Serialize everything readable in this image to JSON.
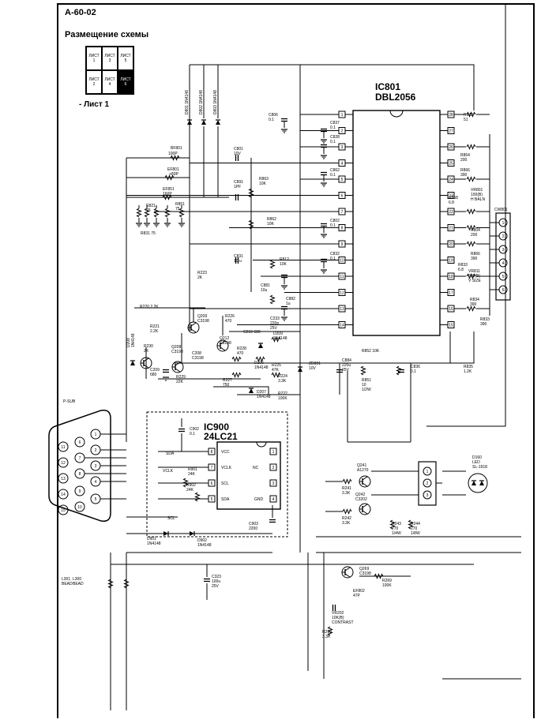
{
  "header": {
    "sheet_code": "A-60-02",
    "layout_heading": "Размещение схемы",
    "sheet_ref": "-  Лист 1",
    "sheet_grid": [
      {
        "top": "ЛИСТ",
        "num": "1",
        "filled": false
      },
      {
        "top": "ЛИСТ",
        "num": "3",
        "filled": false
      },
      {
        "top": "ЛИСТ",
        "num": "5",
        "filled": false
      },
      {
        "top": "ЛИСТ",
        "num": "2",
        "filled": false
      },
      {
        "top": "ЛИСТ",
        "num": "4",
        "filled": false
      },
      {
        "top": "ЛИСТ",
        "num": "6",
        "filled": true
      }
    ]
  },
  "ic801": {
    "ref": "IC801",
    "part": "DBL2056",
    "left_pins": [
      "1",
      "2",
      "3",
      "4",
      "5",
      "6",
      "7",
      "8",
      "9",
      "10",
      "11",
      "12",
      "13",
      "14"
    ],
    "right_pins": [
      "28",
      "27",
      "26",
      "25",
      "24",
      "23",
      "22",
      "21",
      "20",
      "19",
      "18",
      "17",
      "16",
      "15"
    ]
  },
  "ic900": {
    "ref": "IC900",
    "part": "24LC21",
    "pins": [
      "VCC",
      "VCLK",
      "SCL",
      "SDA",
      "NC",
      "GND"
    ],
    "left_nums": [
      "8",
      "7",
      "6",
      "5"
    ],
    "right_nums": [
      "1",
      "2",
      "3",
      "4"
    ]
  },
  "connectors": {
    "psub": "P-SUB",
    "cw": "CW801",
    "cw_pins": [
      "1",
      "2",
      "3",
      "4",
      "5",
      "6"
    ],
    "d_pins": [
      "1",
      "2",
      "3",
      "4",
      "5",
      "6",
      "7",
      "8",
      "9",
      "10",
      "11",
      "12",
      "13",
      "14",
      "15"
    ],
    "led_conn": [
      "1",
      "2",
      "3"
    ]
  },
  "labels": [
    {
      "text": "D801 1N4148",
      "v": true
    },
    {
      "text": "D802 1N4148",
      "v": true
    },
    {
      "text": "D803 1N4148",
      "v": true
    },
    {
      "text": "BF801"
    },
    {
      "text": "100P"
    },
    {
      "text": "C801"
    },
    {
      "text": "10V"
    },
    {
      "text": "C806"
    },
    {
      "text": "0.1"
    },
    {
      "text": "C837"
    },
    {
      "text": "0.1"
    },
    {
      "text": "C828"
    },
    {
      "text": "0.1"
    },
    {
      "text": "C862"
    },
    {
      "text": "0.1"
    },
    {
      "text": "C891"
    },
    {
      "text": "1PF"
    },
    {
      "text": "R863"
    },
    {
      "text": "10K"
    },
    {
      "text": "EF801"
    },
    {
      "text": "+80P"
    },
    {
      "text": "EF851"
    },
    {
      "text": "160P"
    },
    {
      "text": "R851"
    },
    {
      "text": "75"
    },
    {
      "text": "R821"
    },
    {
      "text": "75"
    },
    {
      "text": "R831 75"
    },
    {
      "text": "R862"
    },
    {
      "text": "10K"
    },
    {
      "text": "C802"
    },
    {
      "text": "0.1"
    },
    {
      "text": "C831"
    },
    {
      "text": "10 u"
    },
    {
      "text": "R812"
    },
    {
      "text": "10K"
    },
    {
      "text": "C832"
    },
    {
      "text": "0.1"
    },
    {
      "text": "C881"
    },
    {
      "text": "10u"
    },
    {
      "text": "C882"
    },
    {
      "text": "1u"
    },
    {
      "text": "R223"
    },
    {
      "text": "2K"
    },
    {
      "text": "R220 2.2K"
    },
    {
      "text": "Q209"
    },
    {
      "text": "C3198"
    },
    {
      "text": "R226"
    },
    {
      "text": "470"
    },
    {
      "text": "C233"
    },
    {
      "text": "220p"
    },
    {
      "text": "25V"
    },
    {
      "text": "R221"
    },
    {
      "text": "2.2K"
    },
    {
      "text": "Q212"
    },
    {
      "text": "C3198"
    },
    {
      "text": "C210 680"
    },
    {
      "text": "D209"
    },
    {
      "text": "1N4148"
    },
    {
      "text": "R230"
    },
    {
      "text": "2K"
    },
    {
      "text": "Q208"
    },
    {
      "text": "C3198"
    },
    {
      "text": "C208"
    },
    {
      "text": "C3198"
    },
    {
      "text": "C209"
    },
    {
      "text": "680"
    },
    {
      "text": "R229"
    },
    {
      "text": "22K"
    },
    {
      "text": "D208",
      "v": true
    },
    {
      "text": "1N4148",
      "v": true
    },
    {
      "text": "R227"
    },
    {
      "text": "750"
    },
    {
      "text": "R228"
    },
    {
      "text": "470"
    },
    {
      "text": "D206"
    },
    {
      "text": "1N4148"
    },
    {
      "text": "R225"
    },
    {
      "text": "47K"
    },
    {
      "text": "R224"
    },
    {
      "text": "3.3K"
    },
    {
      "text": "D207"
    },
    {
      "text": "1N4148"
    },
    {
      "text": "R222"
    },
    {
      "text": "100K"
    },
    {
      "text": "ZD801"
    },
    {
      "text": "10V"
    },
    {
      "text": "C884"
    },
    {
      "text": "220u"
    },
    {
      "text": "25V"
    },
    {
      "text": "R852 10K"
    },
    {
      "text": "R851"
    },
    {
      "text": "10"
    },
    {
      "text": "1/2W"
    },
    {
      "text": "C836"
    },
    {
      "text": "0.1"
    },
    {
      "text": "R835"
    },
    {
      "text": "1.2K"
    },
    {
      "text": "R842"
    },
    {
      "text": "51"
    },
    {
      "text": "R864"
    },
    {
      "text": "200"
    },
    {
      "text": "R866"
    },
    {
      "text": "390"
    },
    {
      "text": "R858"
    },
    {
      "text": "6.8"
    },
    {
      "text": "VR801"
    },
    {
      "text": "100(B)"
    },
    {
      "text": "H BALN"
    },
    {
      "text": "R804"
    },
    {
      "text": "200"
    },
    {
      "text": "R866"
    },
    {
      "text": "390"
    },
    {
      "text": "R833"
    },
    {
      "text": "6.8"
    },
    {
      "text": "VR811"
    },
    {
      "text": "500(B)"
    },
    {
      "text": "V SIZE"
    },
    {
      "text": "R834"
    },
    {
      "text": "390"
    },
    {
      "text": "R833"
    },
    {
      "text": "390"
    },
    {
      "text": "C902"
    },
    {
      "text": "0.1"
    },
    {
      "text": "SDA"
    },
    {
      "text": "VCLK"
    },
    {
      "text": "R901"
    },
    {
      "text": "24K"
    },
    {
      "text": "R902"
    },
    {
      "text": "24K"
    },
    {
      "text": "SCL"
    },
    {
      "text": "C903"
    },
    {
      "text": "2200"
    },
    {
      "text": "D901"
    },
    {
      "text": "1N4148"
    },
    {
      "text": "D902"
    },
    {
      "text": "1N4148"
    },
    {
      "text": "L301"
    },
    {
      "text": "BEAD"
    },
    {
      "text": "L300"
    },
    {
      "text": "BEAD"
    },
    {
      "text": "C323"
    },
    {
      "text": "100u"
    },
    {
      "text": "25V"
    },
    {
      "text": "Q241"
    },
    {
      "text": "A1270"
    },
    {
      "text": "R241"
    },
    {
      "text": "3.3K"
    },
    {
      "text": "Q242"
    },
    {
      "text": "C3202"
    },
    {
      "text": "R242"
    },
    {
      "text": "3.3K"
    },
    {
      "text": "R243"
    },
    {
      "text": "270"
    },
    {
      "text": "1/4W"
    },
    {
      "text": "R244"
    },
    {
      "text": "270"
    },
    {
      "text": "1/8W"
    },
    {
      "text": "D160"
    },
    {
      "text": "LED"
    },
    {
      "text": "SL-1918"
    },
    {
      "text": "Q269"
    },
    {
      "text": "C3198"
    },
    {
      "text": "R269"
    },
    {
      "text": "100K"
    },
    {
      "text": "EF802"
    },
    {
      "text": "47P"
    },
    {
      "text": "VR202"
    },
    {
      "text": "10K(B)"
    },
    {
      "text": "CONTRAST"
    },
    {
      "text": "R210"
    },
    {
      "text": "3.3K"
    }
  ]
}
